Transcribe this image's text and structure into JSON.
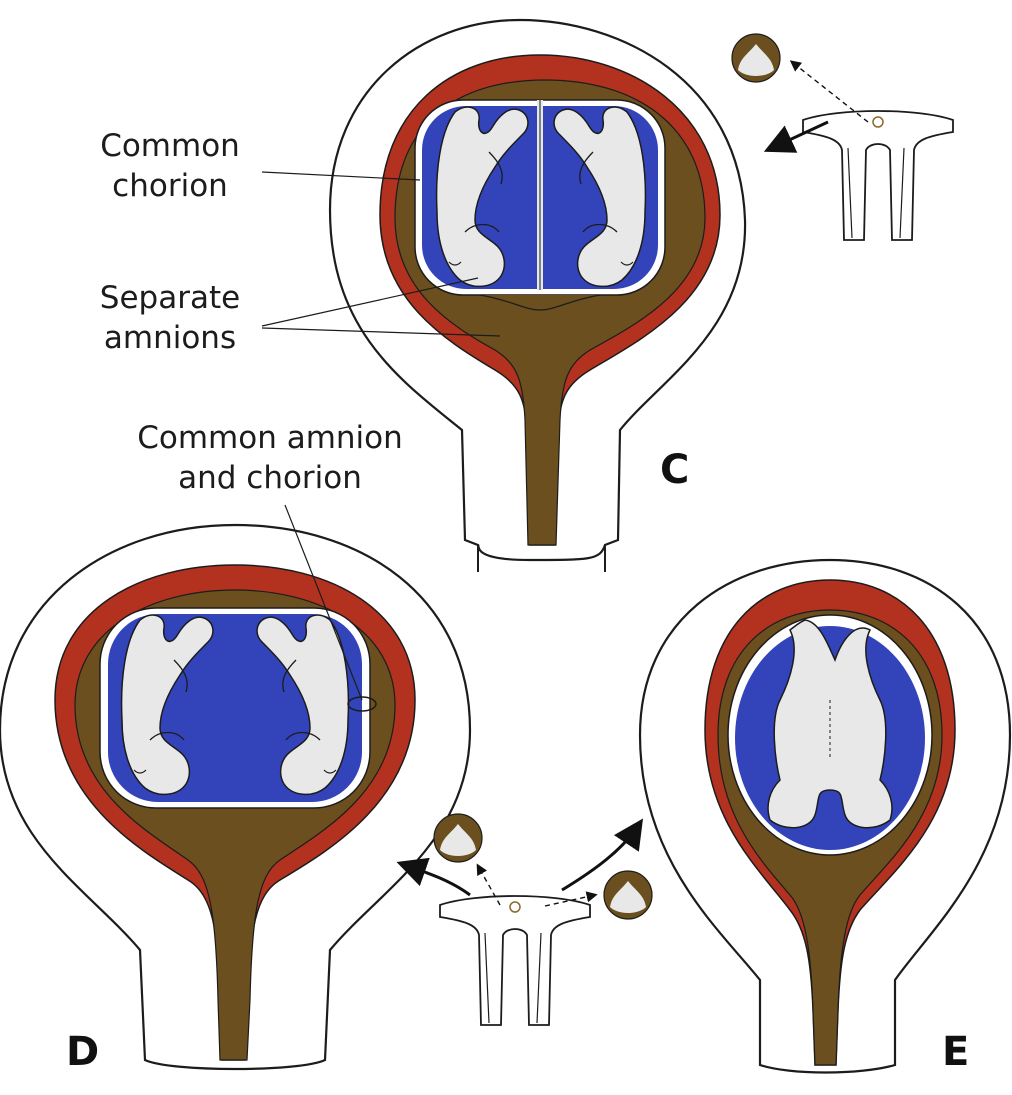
{
  "labels": {
    "common_chorion": [
      "Common",
      "chorion"
    ],
    "separate_amnions": [
      "Separate",
      "amnions"
    ],
    "common_amnion_chorion": [
      "Common amnion",
      "and chorion"
    ]
  },
  "panels": {
    "c": "C",
    "d": "D",
    "e": "E"
  },
  "colors": {
    "decidua": "#b3321f",
    "chorion_brown": "#6b4f1f",
    "amniotic_blue": "#3344bb",
    "embryo": "#e8e8e8",
    "outline": "#1c1c1c",
    "background": "#ffffff"
  },
  "icons": [
    "uterus-icon",
    "blastocyst-icon",
    "arrow-icon",
    "embryo-icon"
  ]
}
